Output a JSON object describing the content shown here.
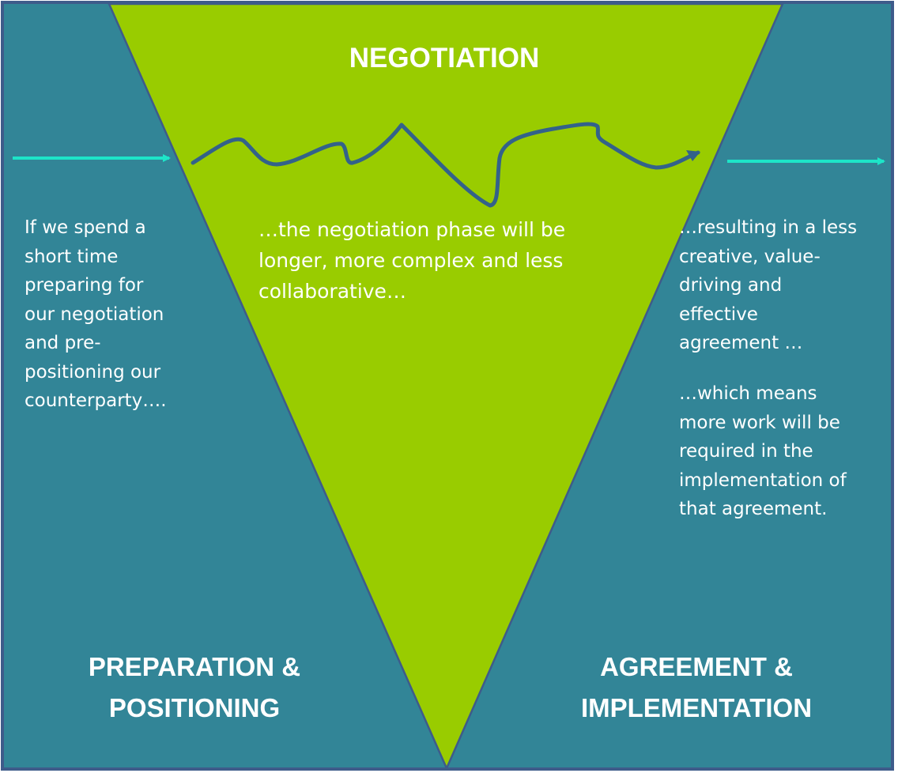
{
  "colors": {
    "background": "#328597",
    "border": "#3E5B8A",
    "funnel": "#99CC00",
    "arrow": "#1DE5C8",
    "squiggle": "#33628A",
    "text": "#FFFFFF"
  },
  "diagram": {
    "top_heading": "NEGOTIATION",
    "left_heading": [
      "PREPARATION &",
      "POSITIONING"
    ],
    "right_heading": [
      "AGREEMENT &",
      "IMPLEMENTATION"
    ],
    "left_text": [
      "If we spend a",
      "short time",
      "preparing for",
      "our negotiation",
      "and pre-",
      "positioning our",
      "counterparty…."
    ],
    "middle_text": [
      "…the negotiation phase will be",
      "longer, more complex and less",
      "collaborative…"
    ],
    "right_text_1": [
      "…resulting in a less",
      "creative, value-",
      "driving and",
      "effective",
      "agreement …"
    ],
    "right_text_2": [
      "…which means",
      "more work will be",
      "required in the",
      "implementation of",
      "that agreement."
    ]
  }
}
